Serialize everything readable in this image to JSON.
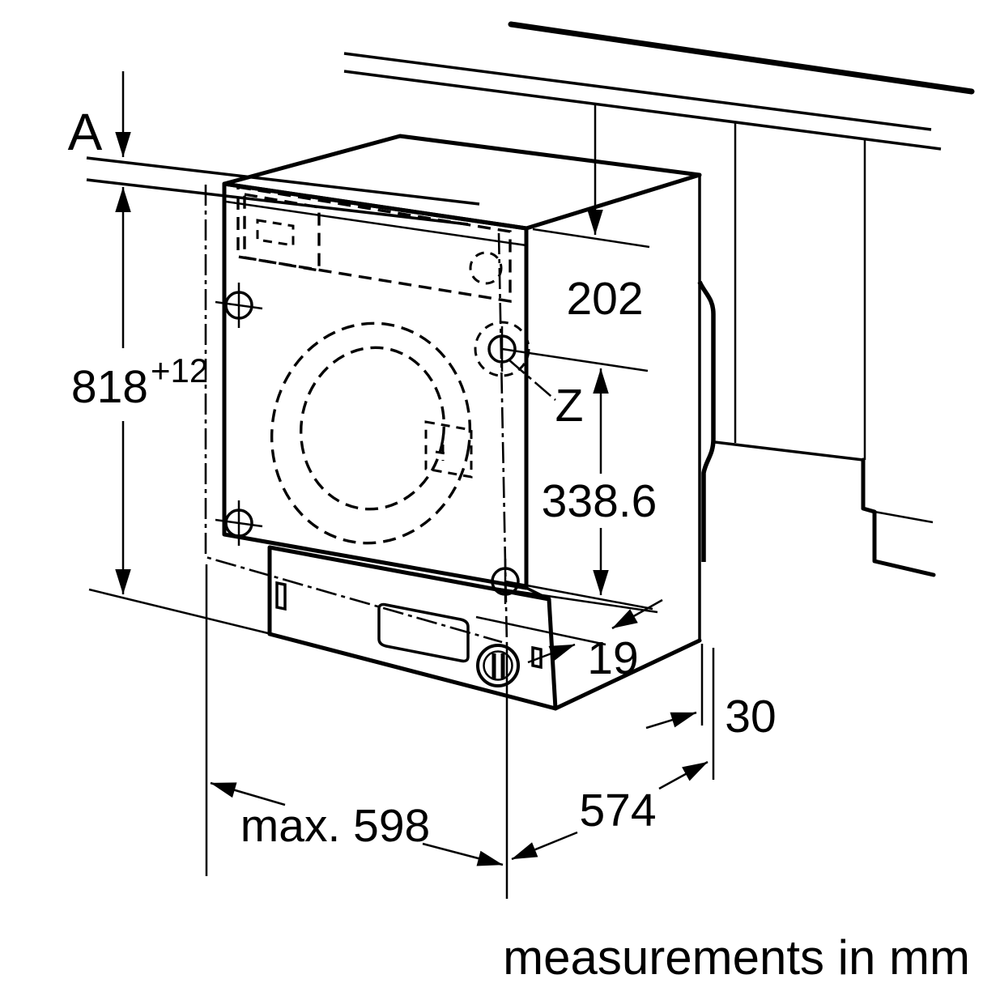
{
  "diagram": {
    "footer_note": "measurements in mm",
    "unit": "mm",
    "dimensions": {
      "worktop_thickness_label": "A",
      "niche_height": "818",
      "niche_height_tolerance": "+12",
      "top_clearance": "202",
      "hinge_point_label": "Z",
      "hinge_offset": "338.6",
      "plinth_recess": "19",
      "rear_clearance": "30",
      "appliance_depth": "574",
      "max_depth": "max. 598"
    },
    "colors": {
      "line": "#000000",
      "background": "#ffffff"
    }
  }
}
